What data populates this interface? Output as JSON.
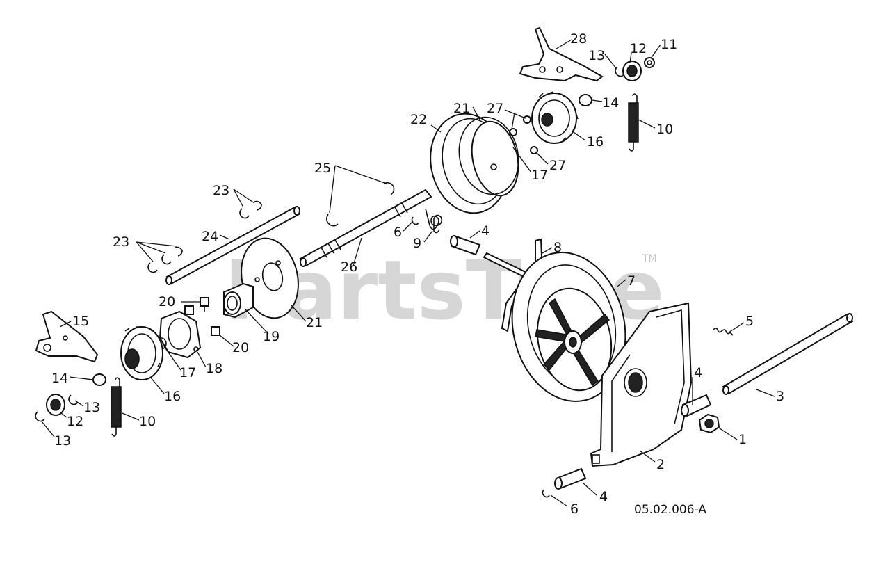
{
  "watermark": {
    "text": "PartsTree",
    "tm": "TM"
  },
  "diagram_code": "05.02.006-A",
  "callouts": [
    {
      "id": "c28",
      "text": "28"
    },
    {
      "id": "c13a",
      "text": "13"
    },
    {
      "id": "c12a",
      "text": "12"
    },
    {
      "id": "c11",
      "text": "11"
    },
    {
      "id": "c14a",
      "text": "14"
    },
    {
      "id": "c10a",
      "text": "10"
    },
    {
      "id": "c16a",
      "text": "16"
    },
    {
      "id": "c27a",
      "text": "27"
    },
    {
      "id": "c27b",
      "text": "27"
    },
    {
      "id": "c17a",
      "text": "17"
    },
    {
      "id": "c21a",
      "text": "21"
    },
    {
      "id": "c22",
      "text": "22"
    },
    {
      "id": "c25",
      "text": "25"
    },
    {
      "id": "c23a",
      "text": "23"
    },
    {
      "id": "c24",
      "text": "24"
    },
    {
      "id": "c23b",
      "text": "23"
    },
    {
      "id": "c6a",
      "text": "6"
    },
    {
      "id": "c9",
      "text": "9"
    },
    {
      "id": "c4a",
      "text": "4"
    },
    {
      "id": "c8",
      "text": "8"
    },
    {
      "id": "c26",
      "text": "26"
    },
    {
      "id": "c7",
      "text": "7"
    },
    {
      "id": "c20a",
      "text": "20"
    },
    {
      "id": "c19",
      "text": "19"
    },
    {
      "id": "c21b",
      "text": "21"
    },
    {
      "id": "c20b",
      "text": "20"
    },
    {
      "id": "c15",
      "text": "15"
    },
    {
      "id": "c17b",
      "text": "17"
    },
    {
      "id": "c18",
      "text": "18"
    },
    {
      "id": "c16b",
      "text": "16"
    },
    {
      "id": "c14b",
      "text": "14"
    },
    {
      "id": "c13b",
      "text": "13"
    },
    {
      "id": "c12b",
      "text": "12"
    },
    {
      "id": "c10b",
      "text": "10"
    },
    {
      "id": "c13c",
      "text": "13"
    },
    {
      "id": "c5",
      "text": "5"
    },
    {
      "id": "c3",
      "text": "3"
    },
    {
      "id": "c4b",
      "text": "4"
    },
    {
      "id": "c1",
      "text": "1"
    },
    {
      "id": "c2",
      "text": "2"
    },
    {
      "id": "c4c",
      "text": "4"
    },
    {
      "id": "c6b",
      "text": "6"
    }
  ]
}
